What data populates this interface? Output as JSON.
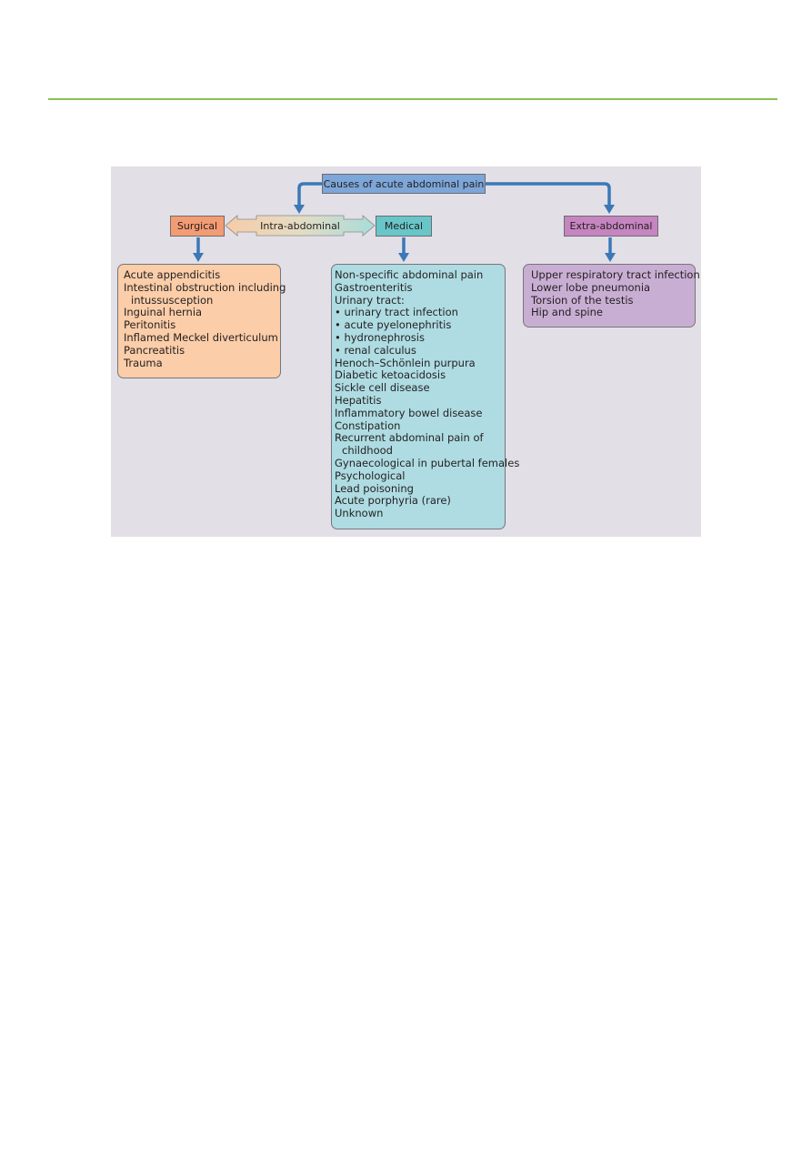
{
  "diagram": {
    "root": "Causes of acute abdominal pain",
    "intra_abdominal": "Intra-abdominal",
    "surgical": {
      "title": "Surgical",
      "items": [
        "Acute appendicitis",
        "Intestinal obstruction including",
        "intussusception",
        "Inguinal hernia",
        "Peritonitis",
        "Inflamed Meckel  diverticulum",
        "Pancreatitis",
        "Trauma"
      ]
    },
    "medical": {
      "title": "Medical",
      "items": [
        "Non-specific abdominal pain",
        "Gastroenteritis",
        "Urinary tract:",
        "• urinary tract infection",
        "• acute pyelonephritis",
        "• hydronephrosis",
        "• renal calculus",
        "Henoch–Schönlein purpura",
        "Diabetic ketoacidosis",
        "Sickle cell disease",
        "Hepatitis",
        "Inflammatory bowel disease",
        "Constipation",
        "Recurrent abdominal pain of",
        "childhood",
        "Gynaecological in pubertal females",
        "Psychological",
        "Lead poisoning",
        "Acute porphyria (rare)",
        "Unknown"
      ]
    },
    "extra_abdominal": {
      "title": "Extra-abdominal",
      "items": [
        "Upper respiratory tract infection",
        "Lower lobe pneumonia",
        "Torsion of the testis",
        "Hip and spine"
      ]
    }
  },
  "colors": {
    "accent_rule": "#8cc152",
    "connector": "#3a78b8",
    "root": "#7da6d9",
    "surgical": "#f39b73",
    "medical": "#68c6c9",
    "extra": "#c685c0"
  }
}
